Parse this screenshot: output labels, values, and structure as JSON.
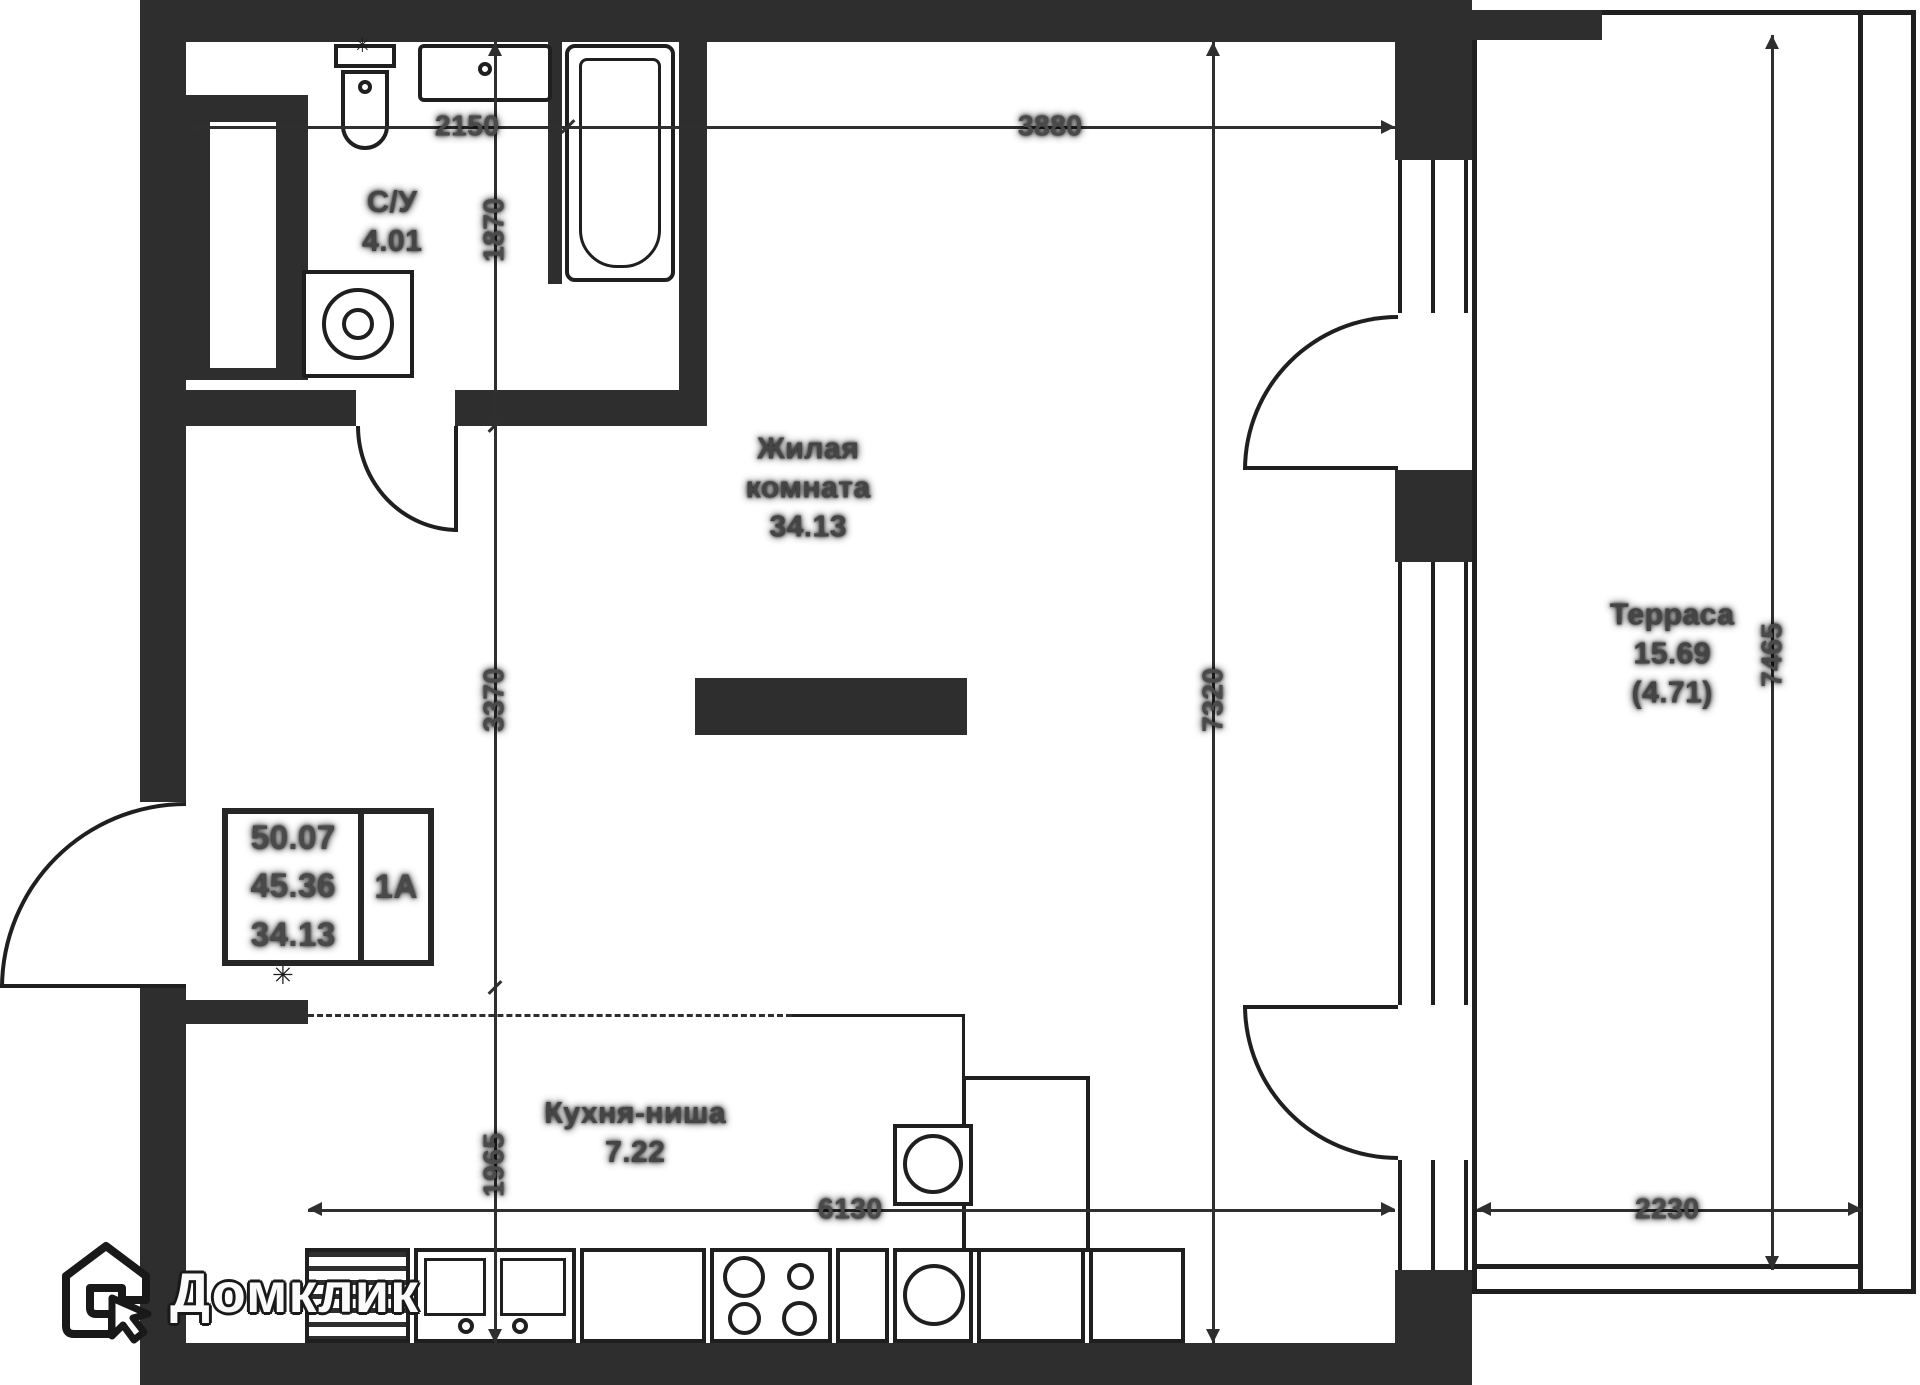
{
  "rooms": {
    "bathroom": {
      "name": "С/У",
      "area": "4.01"
    },
    "living": {
      "line1": "Жилая",
      "line2": "комната",
      "area": "34.13"
    },
    "kitchen": {
      "name": "Кухня-ниша",
      "area": "7.22"
    },
    "terrace": {
      "name": "Терраса",
      "area": "15.69",
      "secondary_area": "(4.71)"
    }
  },
  "stamp": {
    "total": "50.07",
    "living": "45.36",
    "room": "34.13",
    "unit": "1А"
  },
  "dimensions": {
    "bath_width": "2150",
    "living_width": "3880",
    "bath_height": "1870",
    "hall_height": "3370",
    "kitchen_height": "1965",
    "overall_height": "7320",
    "kitchen_width": "6130",
    "terrace_width": "2230",
    "terrace_height": "7465"
  },
  "brand": {
    "name": "Домклик"
  },
  "colors": {
    "wall": "#2e2e2e",
    "line": "#1f1f1f",
    "background": "#ffffff",
    "label_text": "#454545"
  }
}
